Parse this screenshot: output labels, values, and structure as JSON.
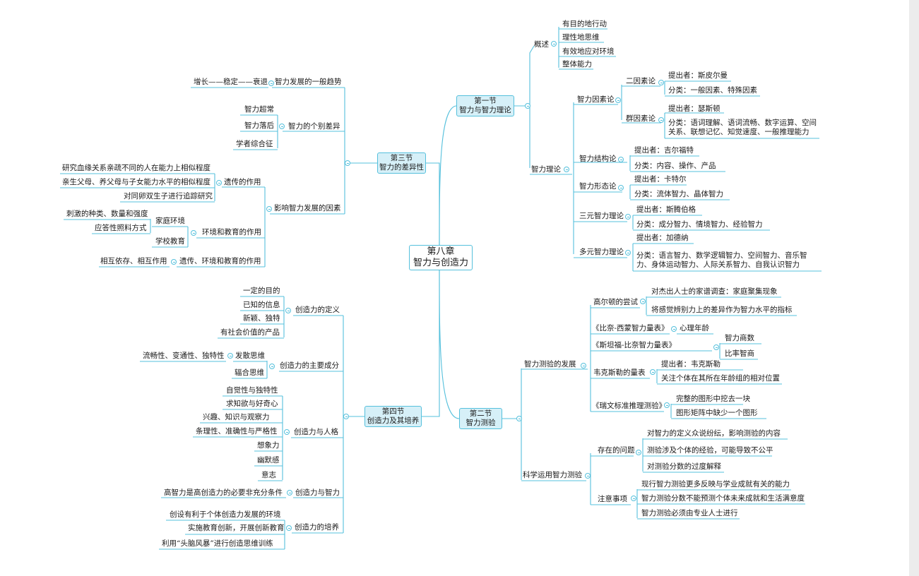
{
  "root": {
    "line1": "第八章",
    "line2": "智力与创造力"
  },
  "sections": {
    "s1": {
      "line1": "第一节",
      "line2": "智力与智力理论"
    },
    "s2": {
      "line1": "第二节",
      "line2": "智力测验"
    },
    "s3": {
      "line1": "第三节",
      "line2": "智力的差异性"
    },
    "s4": {
      "line1": "第四节",
      "line2": "创造力及其培养"
    }
  },
  "labels": {
    "s1_overview": "概述",
    "s1_overview_1": "有目的地行动",
    "s1_overview_2": "理性地思维",
    "s1_overview_3": "有效地应对环境",
    "s1_overview_4": "整体能力",
    "s1_theory": "智力理论",
    "s1_factor": "智力因素论",
    "s1_two_factor": "二因素论",
    "s1_two_factor_prop": "提出者：斯皮尔曼",
    "s1_two_factor_class": "分类：一般因素、特殊因素",
    "s1_group_factor": "群因素论",
    "s1_group_factor_prop": "提出者：瑟斯顿",
    "s1_group_factor_class": "分类：语词理解、语词流畅、数字运算、空间关系、联想记忆、知觉速度、一般推理能力",
    "s1_structure": "智力结构论",
    "s1_structure_prop": "提出者：吉尔福特",
    "s1_structure_class": "分类：内容、操作、产品",
    "s1_morph": "智力形态论",
    "s1_morph_prop": "提出者：卡特尔",
    "s1_morph_class": "分类：流体智力、晶体智力",
    "s1_triarchic": "三元智力理论",
    "s1_triarchic_prop": "提出者：斯腾伯格",
    "s1_triarchic_class": "分类：成分智力、情境智力、经验智力",
    "s1_multiple": "多元智力理论",
    "s1_multiple_prop": "提出者：加德纳",
    "s1_multiple_class": "分类：语言智力、数学逻辑智力、空间智力、音乐智力、身体运动智力、人际关系智力、自我认识智力",
    "s2_dev": "智力测验的发展",
    "s2_galton": "高尔顿的尝试",
    "s2_galton_1": "对杰出人士的家谱调查：家庭聚集现象",
    "s2_galton_2": "将感觉辨别力上的差异作为智力水平的指标",
    "s2_binet": "《比奈-西蒙智力量表》",
    "s2_binet_1": "心理年龄",
    "s2_stanford": "《斯坦福-比奈智力量表》",
    "s2_stanford_1": "智力商数",
    "s2_stanford_2": "比率智商",
    "s2_wechsler": "韦克斯勒的量表",
    "s2_wechsler_1": "提出者：韦克斯勒",
    "s2_wechsler_2": "关注个体在其所在年龄组的相对位置",
    "s2_raven": "《瑞文标准推理测验》",
    "s2_raven_1": "完整的图形中挖去一块",
    "s2_raven_2": "图形矩阵中缺少一个图形",
    "s2_use": "科学运用智力测验",
    "s2_problems": "存在的问题",
    "s2_problems_1": "对智力的定义众说纷纭，影响测验的内容",
    "s2_problems_2": "测验涉及个体的经验，可能导致不公平",
    "s2_problems_3": "对测验分数的过度解释",
    "s2_notes": "注意事项",
    "s2_notes_1": "现行智力测验更多反映与学业成就有关的能力",
    "s2_notes_2": "智力测验分数不能预测个体未来成就和生活满意度",
    "s2_notes_3": "智力测验必须由专业人士进行",
    "s3_trend": "智力发展的一般趋势",
    "s3_trend_1": "增长——稳定——衰退",
    "s3_indiv": "智力的个别差异",
    "s3_indiv_1": "智力超常",
    "s3_indiv_2": "智力落后",
    "s3_indiv_3": "学者综合征",
    "s3_factors": "影响智力发展的因素",
    "s3_heredity": "遗传的作用",
    "s3_heredity_1": "研究血缘关系亲疏不同的人在能力上相似程度",
    "s3_heredity_2": "亲生父母、养父母与子女能力水平的相似程度",
    "s3_heredity_3": "对同卵双生子进行追踪研究",
    "s3_env": "环境和教育的作用",
    "s3_family": "家庭环境",
    "s3_family_1": "刺激的种类、数量和强度",
    "s3_family_2": "应答性照料方式",
    "s3_school": "学校教育",
    "s3_interact": "遗传、环境和教育的作用",
    "s3_interact_1": "相互依存、相互作用",
    "s4_def": "创造力的定义",
    "s4_def_1": "一定的目的",
    "s4_def_2": "已知的信息",
    "s4_def_3": "新颖、独特",
    "s4_def_4": "有社会价值的产品",
    "s4_comp": "创造力的主要成分",
    "s4_divergent": "发散思维",
    "s4_divergent_1": "流畅性、变通性、独特性",
    "s4_convergent": "辐合思维",
    "s4_pers": "创造力与人格",
    "s4_pers_1": "自觉性与独特性",
    "s4_pers_2": "求知欲与好奇心",
    "s4_pers_3": "兴趣、知识与观察力",
    "s4_pers_4": "条理性、准确性与严格性",
    "s4_pers_5": "想象力",
    "s4_pers_6": "幽默感",
    "s4_pers_7": "意志",
    "s4_intel": "创造力与智力",
    "s4_intel_1": "高智力是高创造力的必要非充分条件",
    "s4_cult": "创造力的培养",
    "s4_cult_1": "创设有利于个体创造力发展的环境",
    "s4_cult_2": "实施教育创新，开展创新教育",
    "s4_cult_3": "利用“头脑风暴”进行创造思维训练"
  },
  "colors": {
    "line": "#55c0dc",
    "box_fill": "#d6f0f8",
    "text": "#1a1a1a"
  }
}
